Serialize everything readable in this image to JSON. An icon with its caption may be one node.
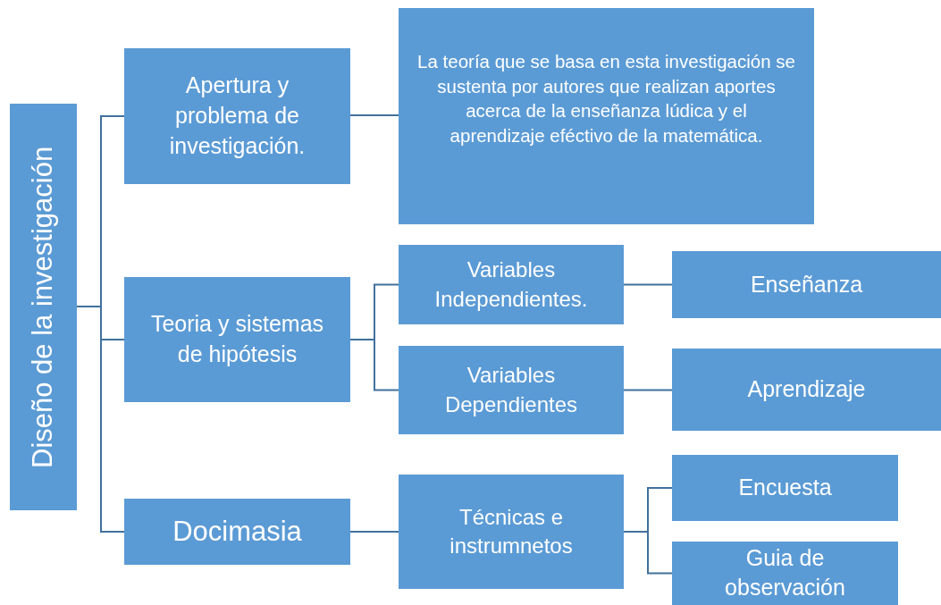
{
  "diagram": {
    "nodes": [
      {
        "text": [
          "Diseño de la investigación"
        ]
      },
      {
        "text": [
          "Apertura y problema de investigación."
        ]
      },
      {
        "text": [
          "La teoría que se basa en esta investigación se sustenta por autores que realizan aportes acerca de la enseñanza lúdica y el aprendizaje eféctivo de la matemática."
        ]
      },
      {
        "text": [
          "Teoria y sistemas de hipótesis"
        ]
      },
      {
        "text": [
          "Variables Independientes."
        ]
      },
      {
        "text": [
          "Enseñanza"
        ]
      },
      {
        "text": [
          "Variables Dependientes"
        ]
      },
      {
        "text": [
          "Aprendizaje"
        ]
      },
      {
        "text": [
          "Docimasia"
        ]
      },
      {
        "text": [
          "Técnicas e instrumnetos"
        ]
      },
      {
        "text": [
          "Encuesta"
        ]
      },
      {
        "text": [
          "Guia de observación"
        ]
      }
    ],
    "edges": [
      {
        "from": 0,
        "to": 1,
        "arrow": "none"
      },
      {
        "from": 0,
        "to": 3,
        "arrow": "none"
      },
      {
        "from": 0,
        "to": 8,
        "arrow": "none"
      },
      {
        "from": 1,
        "to": 2,
        "arrow": "none"
      },
      {
        "from": 3,
        "to": 4,
        "arrow": "none"
      },
      {
        "from": 3,
        "to": 6,
        "arrow": "none"
      },
      {
        "from": 4,
        "to": 5,
        "arrow": "none"
      },
      {
        "from": 6,
        "to": 7,
        "arrow": "none"
      },
      {
        "from": 8,
        "to": 9,
        "arrow": "none"
      },
      {
        "from": 9,
        "to": 10,
        "arrow": "none"
      },
      {
        "from": 9,
        "to": 11,
        "arrow": "none"
      }
    ]
  }
}
